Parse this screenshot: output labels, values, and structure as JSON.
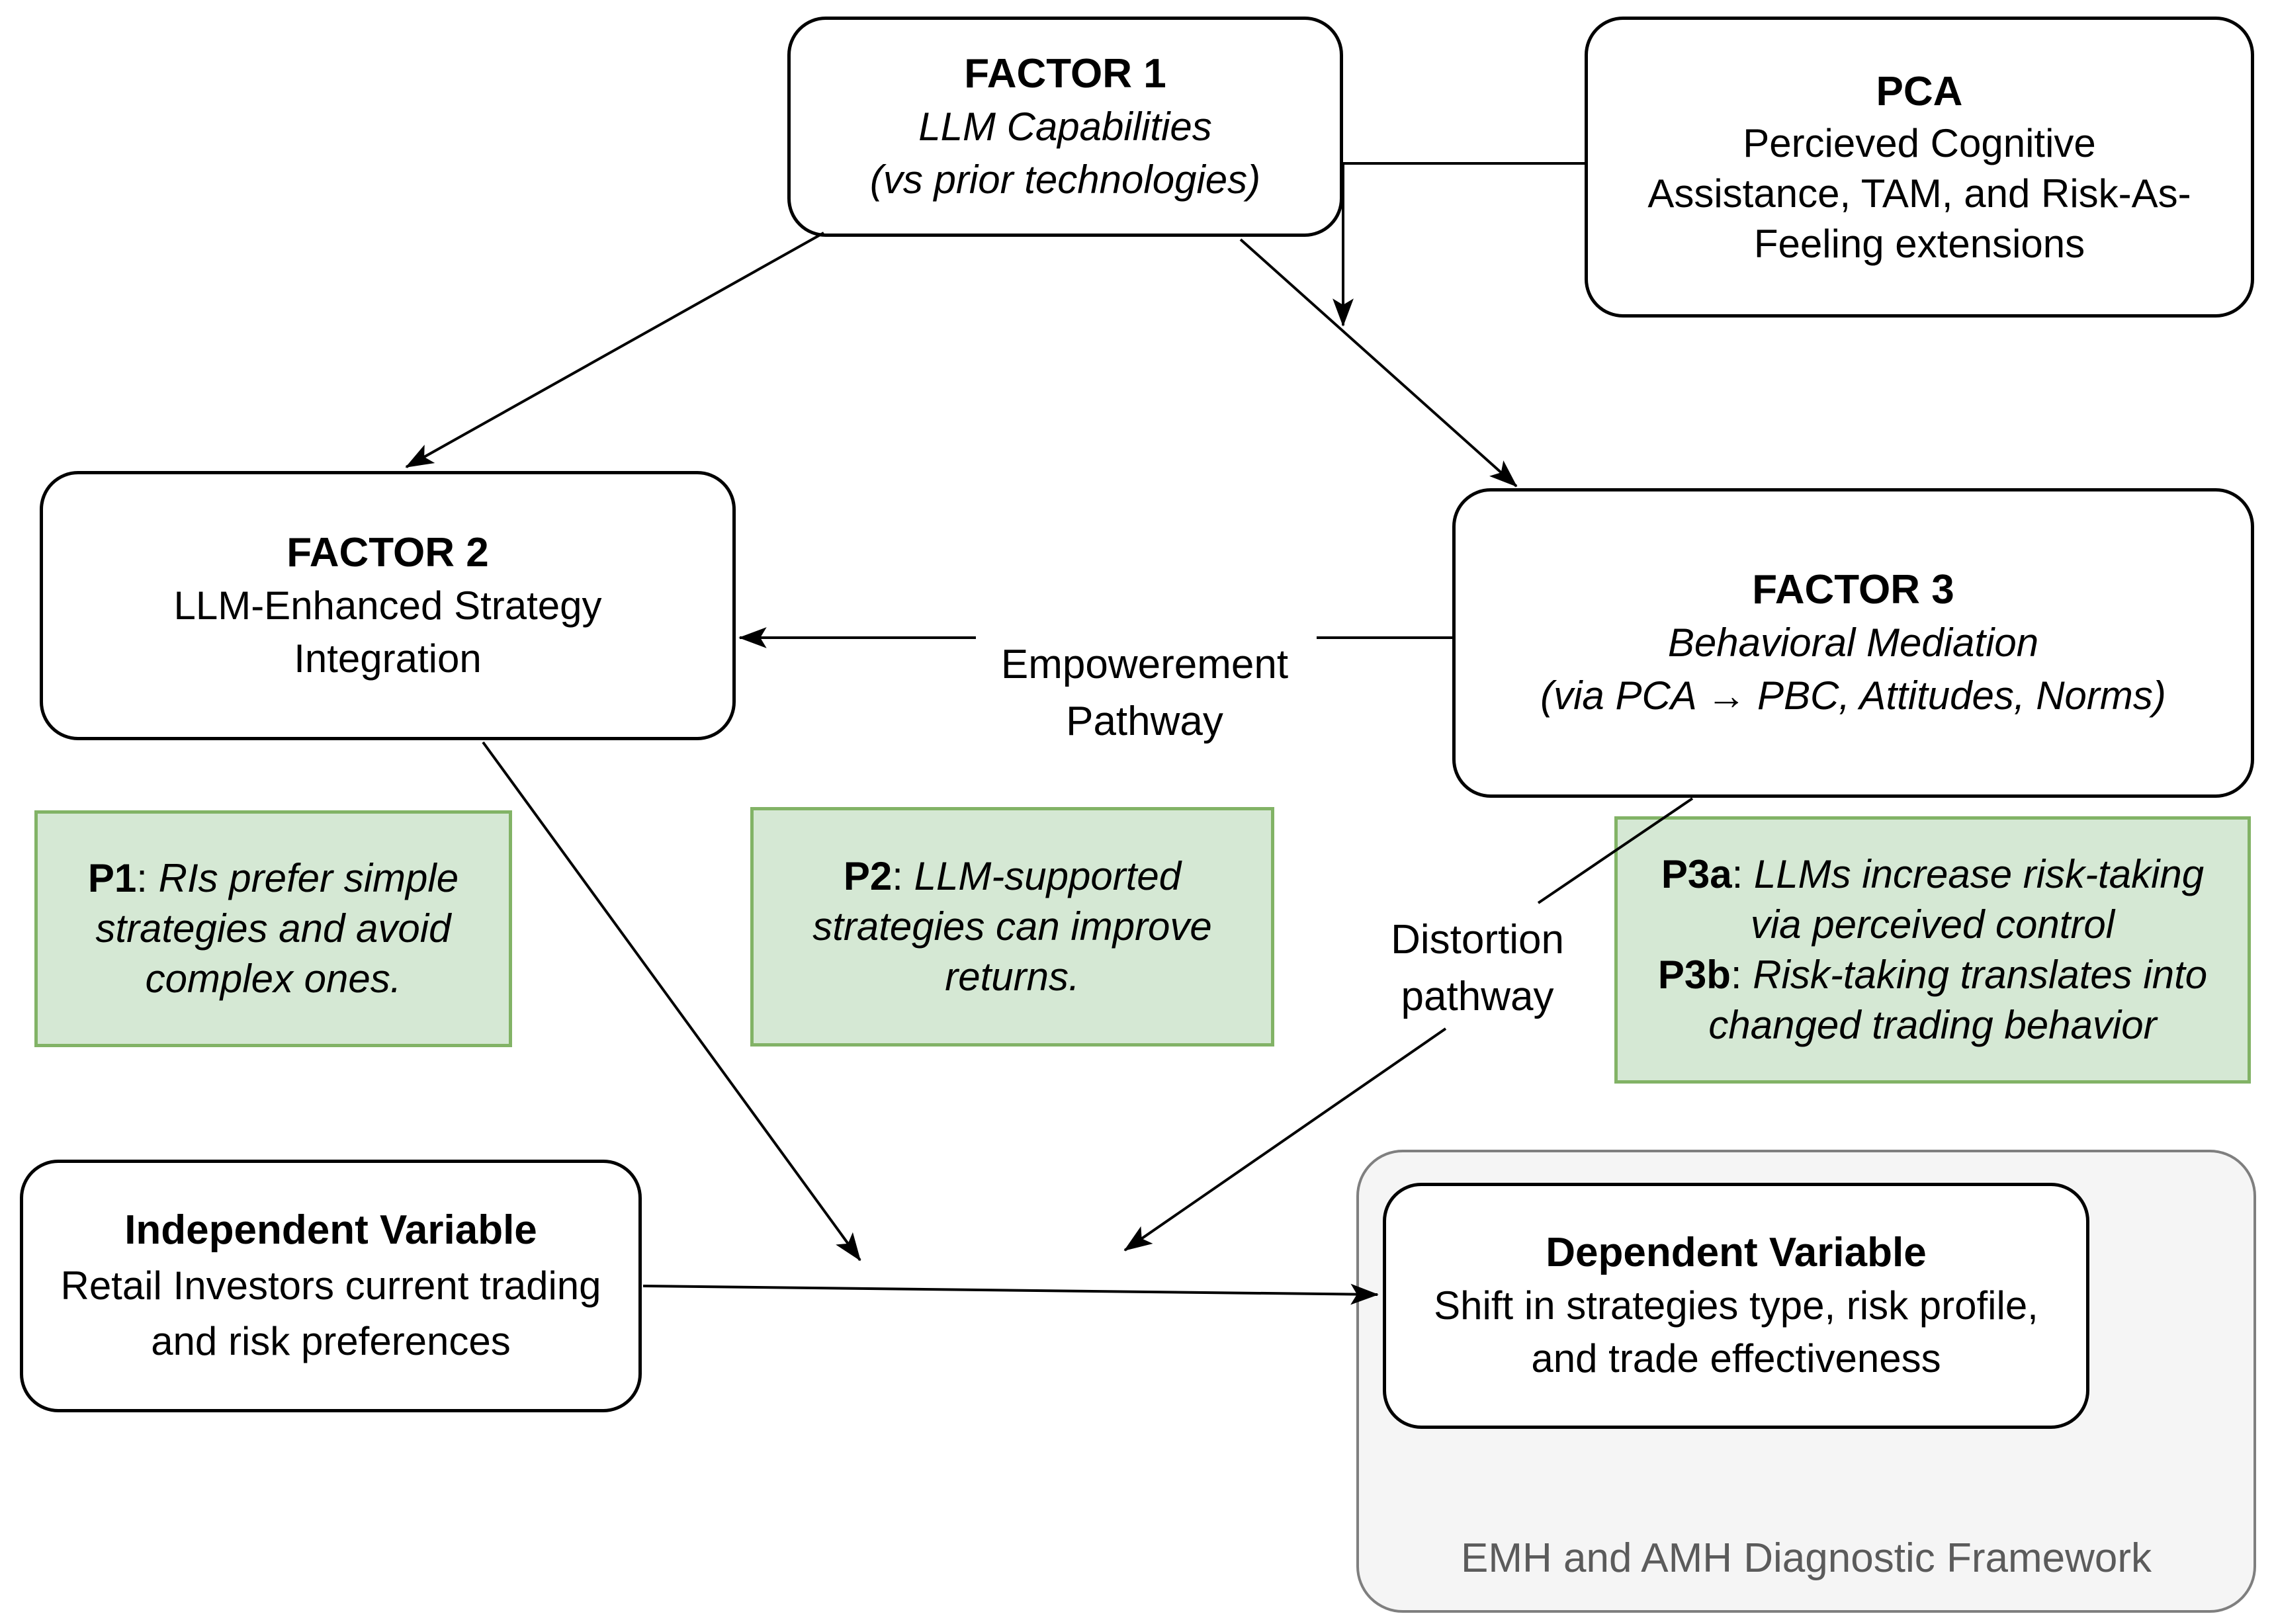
{
  "colors": {
    "background": "#ffffff",
    "text": "#000000",
    "box_border": "#000000",
    "green_fill": "#d5e8d4",
    "green_border": "#82b366",
    "frame_fill": "#f5f5f5",
    "frame_border": "#7f7f7f",
    "caption_text": "#5b5b5b"
  },
  "boxes": {
    "factor1": {
      "title": "FACTOR 1",
      "lines": [
        "LLM Capabilities",
        "(vs prior technologies)"
      ]
    },
    "pca": {
      "title": "PCA",
      "lines": [
        "Percieved Cognitive",
        "Assistance, TAM, and Risk-As-",
        "Feeling extensions"
      ]
    },
    "factor2": {
      "title": "FACTOR 2",
      "lines": [
        "LLM-Enhanced Strategy",
        "Integration"
      ]
    },
    "factor3": {
      "title": "FACTOR 3",
      "lines": [
        "Behavioral Mediation",
        "(via PCA → PBC, Attitudes, Norms)"
      ]
    },
    "p1": {
      "label": "P1",
      "sep": ": ",
      "lines": [
        "RIs prefer simple",
        "strategies and avoid",
        "complex ones."
      ]
    },
    "p2": {
      "label": "P2",
      "sep": ": ",
      "lines": [
        "LLM-supported",
        "strategies can improve",
        "returns."
      ]
    },
    "p3": {
      "items": [
        {
          "label": "P3a",
          "sep": ": ",
          "lines": [
            "LLMs increase risk-taking",
            "via perceived control"
          ]
        },
        {
          "label": "P3b",
          "sep": ": ",
          "lines": [
            "Risk-taking translates into",
            "changed trading behavior"
          ]
        }
      ]
    },
    "independent": {
      "title": "Independent Variable",
      "lines": [
        "Retail Investors current trading",
        "and risk preferences"
      ]
    },
    "dependent": {
      "title": "Dependent Variable",
      "lines": [
        "Shift in strategies type, risk profile,",
        "and trade effectiveness"
      ]
    },
    "framework": {
      "caption": "EMH and AMH Diagnostic Framework"
    }
  },
  "labels": {
    "empowerment": {
      "line1": "Empowerement",
      "line2": "Pathway"
    },
    "distortion": {
      "line1": "Distortion",
      "line2": "pathway"
    }
  }
}
